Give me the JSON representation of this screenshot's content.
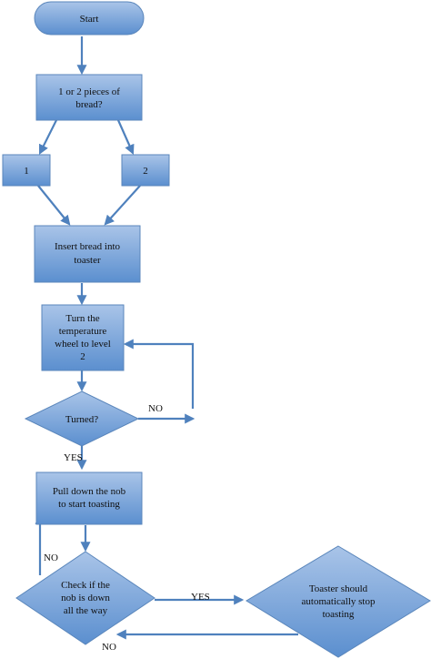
{
  "nodes": {
    "start": "Start",
    "question": [
      "1 or 2 pieces of",
      "bread?"
    ],
    "option_one": "1",
    "option_two": "2",
    "insert": [
      "Insert bread into",
      "toaster"
    ],
    "turn_wheel": [
      "Turn the",
      "temperature",
      "wheel to level",
      "2"
    ],
    "turned": "Turned?",
    "pull_nob": [
      "Pull down the nob",
      "to start toasting"
    ],
    "check_nob": [
      "Check if the",
      "nob is down",
      "all the way"
    ],
    "stop_toasting": [
      "Toaster should",
      "automatically stop",
      "toasting"
    ]
  },
  "edges": {
    "turned_no": "NO",
    "turned_yes": "YES",
    "check_no_up": "NO",
    "check_yes": "YES",
    "stop_no": "NO"
  },
  "colors": {
    "fill_top": "#a9c4e8",
    "fill_bottom": "#5b8fcf",
    "stroke": "#5a86bb",
    "arrow": "#4f81bd"
  }
}
